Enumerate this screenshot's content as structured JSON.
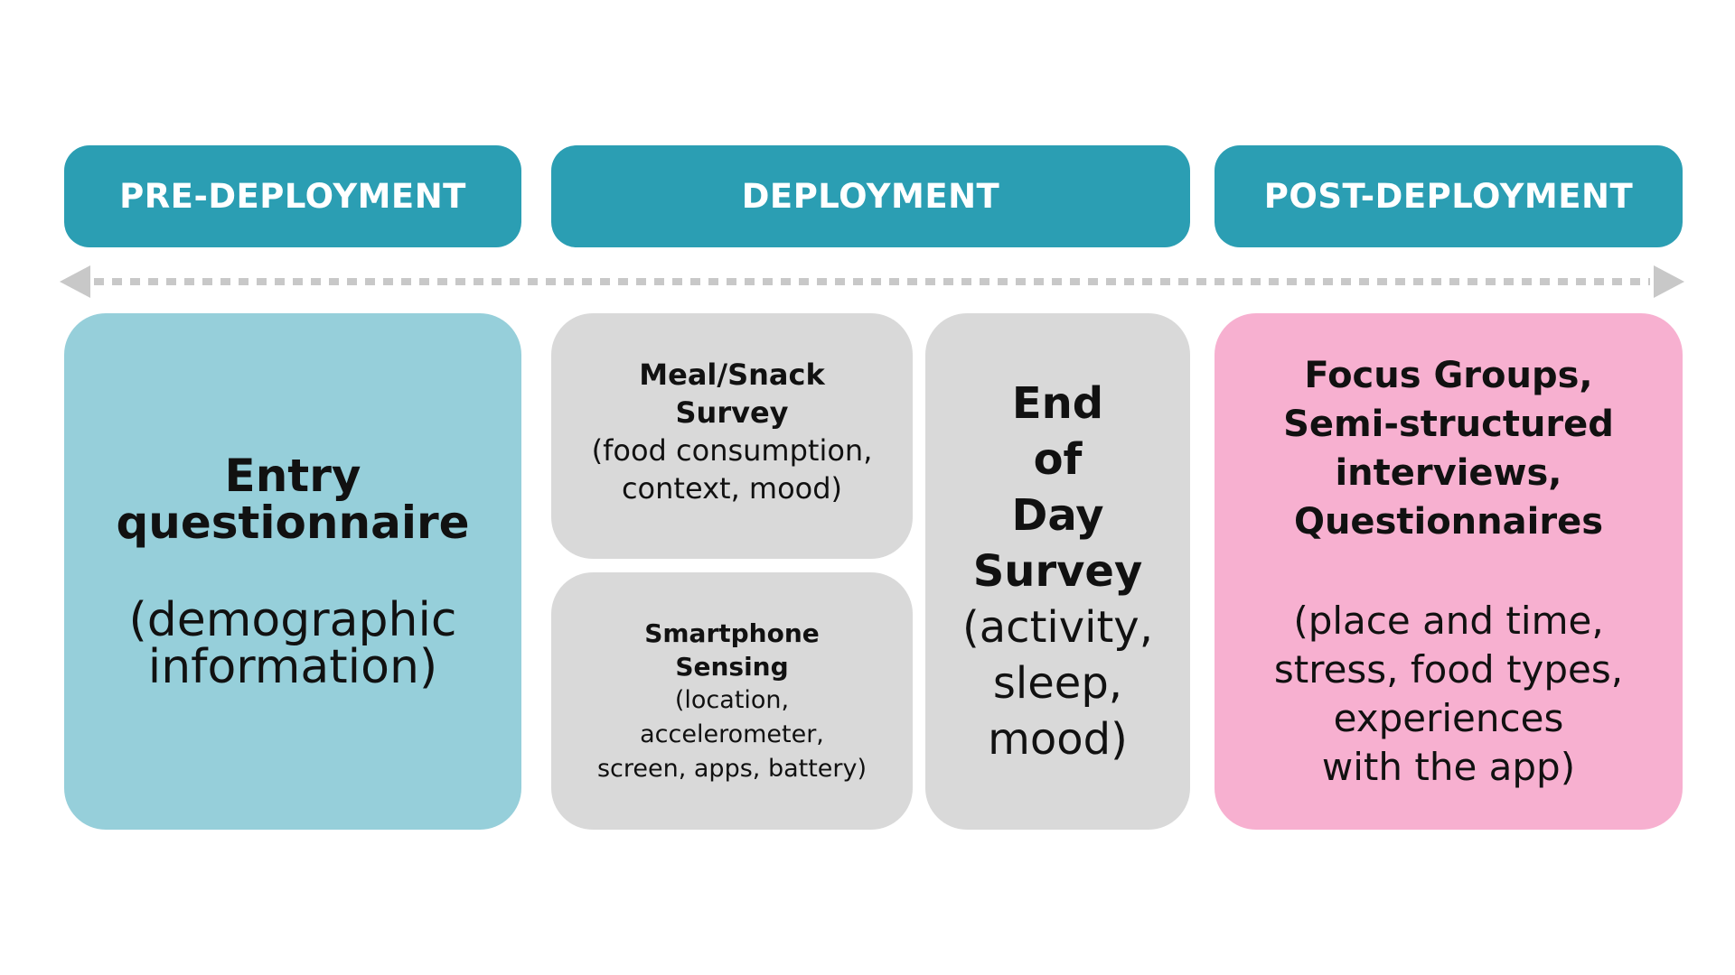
{
  "headers": {
    "pre": "PRE-DEPLOYMENT",
    "deployment": "DEPLOYMENT",
    "post": "POST-DEPLOYMENT"
  },
  "colors": {
    "header": "#2b9eb3",
    "pre_card": "#96cfda",
    "deployment_card": "#d9d9d9",
    "post_card": "#f7b0d0",
    "timeline": "#c8c8c8"
  },
  "cards": {
    "entry": {
      "title": [
        "Entry",
        "questionnaire"
      ],
      "detail": [
        "(demographic",
        "information)"
      ]
    },
    "meal": {
      "title": [
        "Meal/Snack",
        "Survey"
      ],
      "detail": [
        "(food consumption,",
        "context, mood)"
      ]
    },
    "sensing": {
      "title": [
        "Smartphone",
        "Sensing"
      ],
      "detail": [
        "(location,",
        "accelerometer,",
        "screen, apps, battery)"
      ]
    },
    "end_of_day": {
      "title": [
        "End",
        "of",
        "Day",
        "Survey"
      ],
      "detail": [
        "(activity,",
        "sleep,",
        "mood)"
      ]
    },
    "post": {
      "title": [
        "Focus Groups,",
        "Semi-structured",
        "interviews,",
        "Questionnaires"
      ],
      "detail": [
        "(place and time,",
        "stress, food types,",
        "experiences",
        "with the app)"
      ]
    }
  }
}
